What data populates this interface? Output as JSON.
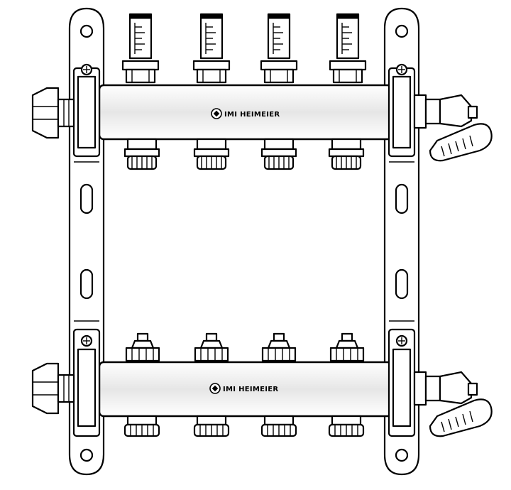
{
  "diagram": {
    "manifold": {
      "brand_label_supply": "IMI HEIMEIER",
      "brand_label_return": "IMI HEIMEIER",
      "circuit_count": 4
    },
    "colors": {
      "line": "#000000",
      "background": "#ffffff",
      "pipe_shade": "#e6e6e6"
    }
  }
}
